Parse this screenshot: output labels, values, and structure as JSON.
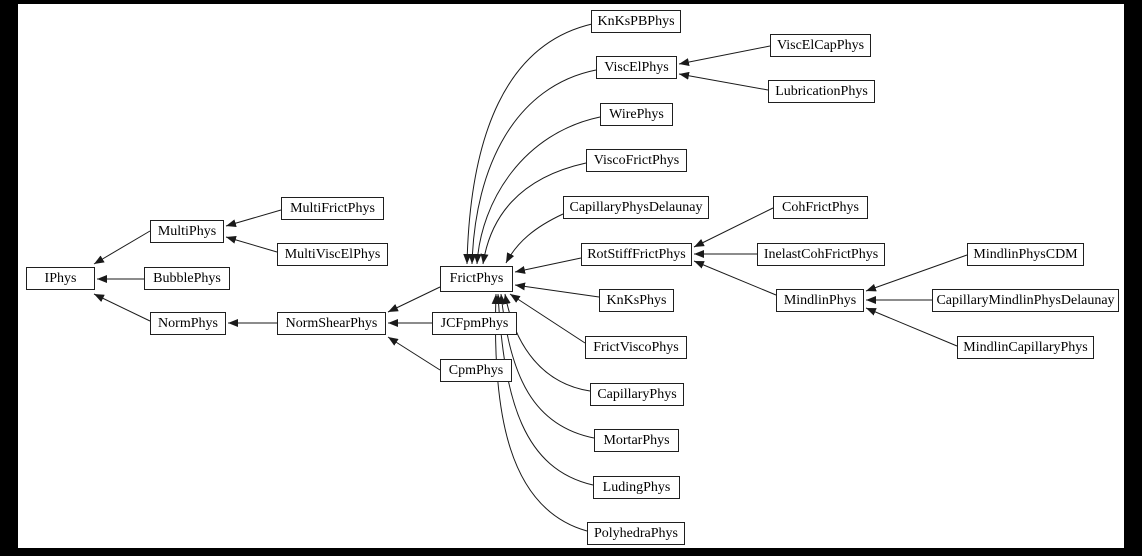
{
  "diagram": {
    "type": "class-inheritance-graph",
    "colors": {
      "page_background": "#000000",
      "canvas": "#ffffff",
      "node_fill": "#ffffff",
      "node_border": "#1f1f1f",
      "edge": "#1a1a1a",
      "text": "#000000"
    },
    "nodes": [
      {
        "id": "IPhys",
        "label": "IPhys"
      },
      {
        "id": "MultiPhys",
        "label": "MultiPhys"
      },
      {
        "id": "BubblePhys",
        "label": "BubblePhys"
      },
      {
        "id": "NormPhys",
        "label": "NormPhys"
      },
      {
        "id": "MultiFrictPhys",
        "label": "MultiFrictPhys"
      },
      {
        "id": "MultiViscElPhys",
        "label": "MultiViscElPhys"
      },
      {
        "id": "NormShearPhys",
        "label": "NormShearPhys"
      },
      {
        "id": "FrictPhys",
        "label": "FrictPhys"
      },
      {
        "id": "JCFpmPhys",
        "label": "JCFpmPhys"
      },
      {
        "id": "CpmPhys",
        "label": "CpmPhys"
      },
      {
        "id": "KnKsPBPhys",
        "label": "KnKsPBPhys"
      },
      {
        "id": "ViscElPhys",
        "label": "ViscElPhys"
      },
      {
        "id": "WirePhys",
        "label": "WirePhys"
      },
      {
        "id": "ViscoFrictPhys",
        "label": "ViscoFrictPhys"
      },
      {
        "id": "CapillaryPhysDelaunay",
        "label": "CapillaryPhysDelaunay"
      },
      {
        "id": "RotStiffFrictPhys",
        "label": "RotStiffFrictPhys"
      },
      {
        "id": "KnKsPhys",
        "label": "KnKsPhys"
      },
      {
        "id": "FrictViscoPhys",
        "label": "FrictViscoPhys"
      },
      {
        "id": "CapillaryPhys",
        "label": "CapillaryPhys"
      },
      {
        "id": "MortarPhys",
        "label": "MortarPhys"
      },
      {
        "id": "LudingPhys",
        "label": "LudingPhys"
      },
      {
        "id": "PolyhedraPhys",
        "label": "PolyhedraPhys"
      },
      {
        "id": "ViscElCapPhys",
        "label": "ViscElCapPhys"
      },
      {
        "id": "LubricationPhys",
        "label": "LubricationPhys"
      },
      {
        "id": "CohFrictPhys",
        "label": "CohFrictPhys"
      },
      {
        "id": "InelastCohFrictPhys",
        "label": "InelastCohFrictPhys"
      },
      {
        "id": "MindlinPhys",
        "label": "MindlinPhys"
      },
      {
        "id": "MindlinPhysCDM",
        "label": "MindlinPhysCDM"
      },
      {
        "id": "CapillaryMindlinPhysDelaunay",
        "label": "CapillaryMindlinPhysDelaunay"
      },
      {
        "id": "MindlinCapillaryPhys",
        "label": "MindlinCapillaryPhys"
      }
    ],
    "edges": [
      {
        "child": "MultiPhys",
        "parent": "IPhys"
      },
      {
        "child": "BubblePhys",
        "parent": "IPhys"
      },
      {
        "child": "NormPhys",
        "parent": "IPhys"
      },
      {
        "child": "MultiFrictPhys",
        "parent": "MultiPhys"
      },
      {
        "child": "MultiViscElPhys",
        "parent": "MultiPhys"
      },
      {
        "child": "NormShearPhys",
        "parent": "NormPhys"
      },
      {
        "child": "FrictPhys",
        "parent": "NormShearPhys"
      },
      {
        "child": "JCFpmPhys",
        "parent": "NormShearPhys"
      },
      {
        "child": "CpmPhys",
        "parent": "NormShearPhys"
      },
      {
        "child": "KnKsPBPhys",
        "parent": "FrictPhys"
      },
      {
        "child": "ViscElPhys",
        "parent": "FrictPhys"
      },
      {
        "child": "WirePhys",
        "parent": "FrictPhys"
      },
      {
        "child": "ViscoFrictPhys",
        "parent": "FrictPhys"
      },
      {
        "child": "CapillaryPhysDelaunay",
        "parent": "FrictPhys"
      },
      {
        "child": "RotStiffFrictPhys",
        "parent": "FrictPhys"
      },
      {
        "child": "KnKsPhys",
        "parent": "FrictPhys"
      },
      {
        "child": "FrictViscoPhys",
        "parent": "FrictPhys"
      },
      {
        "child": "CapillaryPhys",
        "parent": "FrictPhys"
      },
      {
        "child": "MortarPhys",
        "parent": "FrictPhys"
      },
      {
        "child": "LudingPhys",
        "parent": "FrictPhys"
      },
      {
        "child": "PolyhedraPhys",
        "parent": "FrictPhys"
      },
      {
        "child": "ViscElCapPhys",
        "parent": "ViscElPhys"
      },
      {
        "child": "LubricationPhys",
        "parent": "ViscElPhys"
      },
      {
        "child": "CohFrictPhys",
        "parent": "RotStiffFrictPhys"
      },
      {
        "child": "InelastCohFrictPhys",
        "parent": "RotStiffFrictPhys"
      },
      {
        "child": "MindlinPhys",
        "parent": "RotStiffFrictPhys"
      },
      {
        "child": "MindlinPhysCDM",
        "parent": "MindlinPhys"
      },
      {
        "child": "CapillaryMindlinPhysDelaunay",
        "parent": "MindlinPhys"
      },
      {
        "child": "MindlinCapillaryPhys",
        "parent": "MindlinPhys"
      }
    ]
  }
}
